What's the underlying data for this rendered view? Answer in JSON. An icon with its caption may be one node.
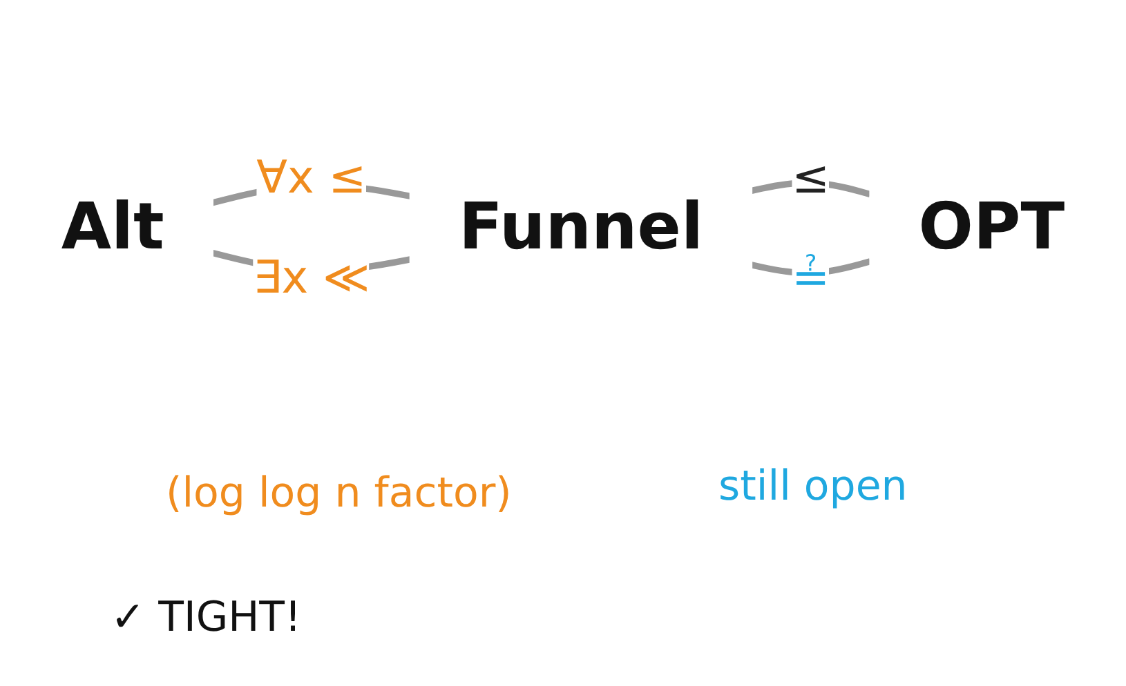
{
  "diagram": {
    "nodes": [
      {
        "text": [
          "Alt"
        ]
      },
      {
        "text": [
          "Funnel"
        ]
      },
      {
        "text": [
          "OPT"
        ]
      }
    ],
    "edges": [
      {
        "from": 0,
        "to": 1,
        "arrow": "none",
        "label": "∀x ≤"
      },
      {
        "from": 0,
        "to": 1,
        "arrow": "none",
        "label": "∃x ≪"
      },
      {
        "from": 1,
        "to": 2,
        "arrow": "none",
        "label": "≤"
      },
      {
        "from": 1,
        "to": 2,
        "arrow": "none",
        "label": "≟"
      }
    ],
    "labels": [
      "(log log n factor)",
      "✓ TIGHT!",
      "still open"
    ]
  }
}
